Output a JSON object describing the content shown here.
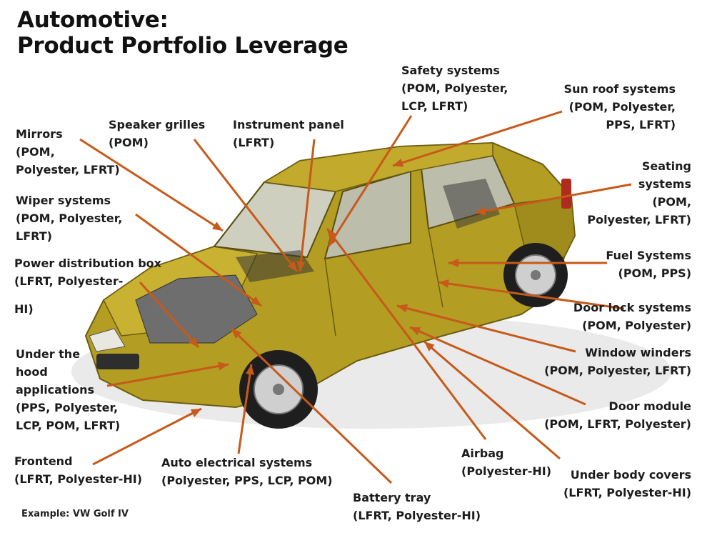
{
  "title": {
    "line1": "Automotive:",
    "line2": "Product Portfolio Leverage"
  },
  "caption": "Example: VW Golf IV",
  "colors": {
    "leader": "#c7591a",
    "car_body": "#b09a1f",
    "car_dark": "#5a4d10",
    "glass": "#c9c9b8",
    "shadow": "#cfcfcf"
  },
  "labels": [
    {
      "id": "safety-systems",
      "lines": [
        "Safety systems",
        "(POM, Polyester,",
        "LCP, LFRT)"
      ]
    },
    {
      "id": "sun-roof-systems",
      "lines": [
        "Sun roof systems",
        "(POM, Polyester,",
        "PPS, LFRT)"
      ]
    },
    {
      "id": "mirrors",
      "lines": [
        "Mirrors",
        "(POM,",
        "Polyester, LFRT)"
      ]
    },
    {
      "id": "speaker-grilles",
      "lines": [
        "Speaker grilles",
        "(POM)"
      ]
    },
    {
      "id": "instrument-panel",
      "lines": [
        "Instrument  panel",
        "(LFRT)"
      ]
    },
    {
      "id": "seating-systems",
      "lines": [
        "Seating",
        "systems",
        "(POM,",
        "Polyester, LFRT)"
      ]
    },
    {
      "id": "wiper-systems",
      "lines": [
        "Wiper systems",
        "(POM, Polyester,",
        "LFRT)"
      ]
    },
    {
      "id": "power-distribution-box",
      "lines": [
        "Power distribution box",
        "(LFRT, Polyester-",
        "HI)"
      ]
    },
    {
      "id": "fuel-systems",
      "lines": [
        "Fuel Systems",
        "(POM, PPS)"
      ]
    },
    {
      "id": "door-lock-systems",
      "lines": [
        "Door lock  systems",
        "(POM, Polyester)"
      ]
    },
    {
      "id": "under-the-hood",
      "lines": [
        "Under the",
        "hood",
        "applications",
        "(PPS, Polyester,",
        "LCP, POM, LFRT)"
      ]
    },
    {
      "id": "window-winders",
      "lines": [
        "Window winders",
        "(POM, Polyester, LFRT)"
      ]
    },
    {
      "id": "door-module",
      "lines": [
        "Door module",
        "(POM, LFRT, Polyester)"
      ]
    },
    {
      "id": "frontend",
      "lines": [
        "Frontend",
        "(LFRT, Polyester-HI)"
      ]
    },
    {
      "id": "auto-electrical-systems",
      "lines": [
        "Auto electrical  systems",
        "(Polyester, PPS, LCP, POM)"
      ]
    },
    {
      "id": "airbag",
      "lines": [
        "Airbag",
        "(Polyester-HI)"
      ]
    },
    {
      "id": "under-body-covers",
      "lines": [
        "Under body covers",
        "(LFRT, Polyester-HI)"
      ]
    },
    {
      "id": "battery-tray",
      "lines": [
        "Battery tray",
        "(LFRT, Polyester-HI)"
      ]
    }
  ]
}
